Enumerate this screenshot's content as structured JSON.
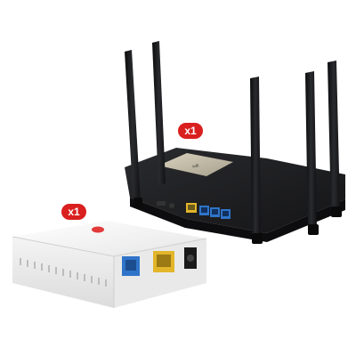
{
  "items": [
    {
      "name": "wifi-router",
      "quantity_label": "x1"
    },
    {
      "name": "ont-modem",
      "quantity_label": "x1"
    }
  ],
  "colors": {
    "badge": "#d9201f",
    "router_body": "#1b1c1e",
    "ont_body": "#f2f2f2",
    "lan_port": "#2f74c9",
    "wan_port": "#e2b52b"
  },
  "router_label": "",
  "icons": [
    "antenna-icon",
    "ethernet-port-icon",
    "power-port-icon"
  ]
}
